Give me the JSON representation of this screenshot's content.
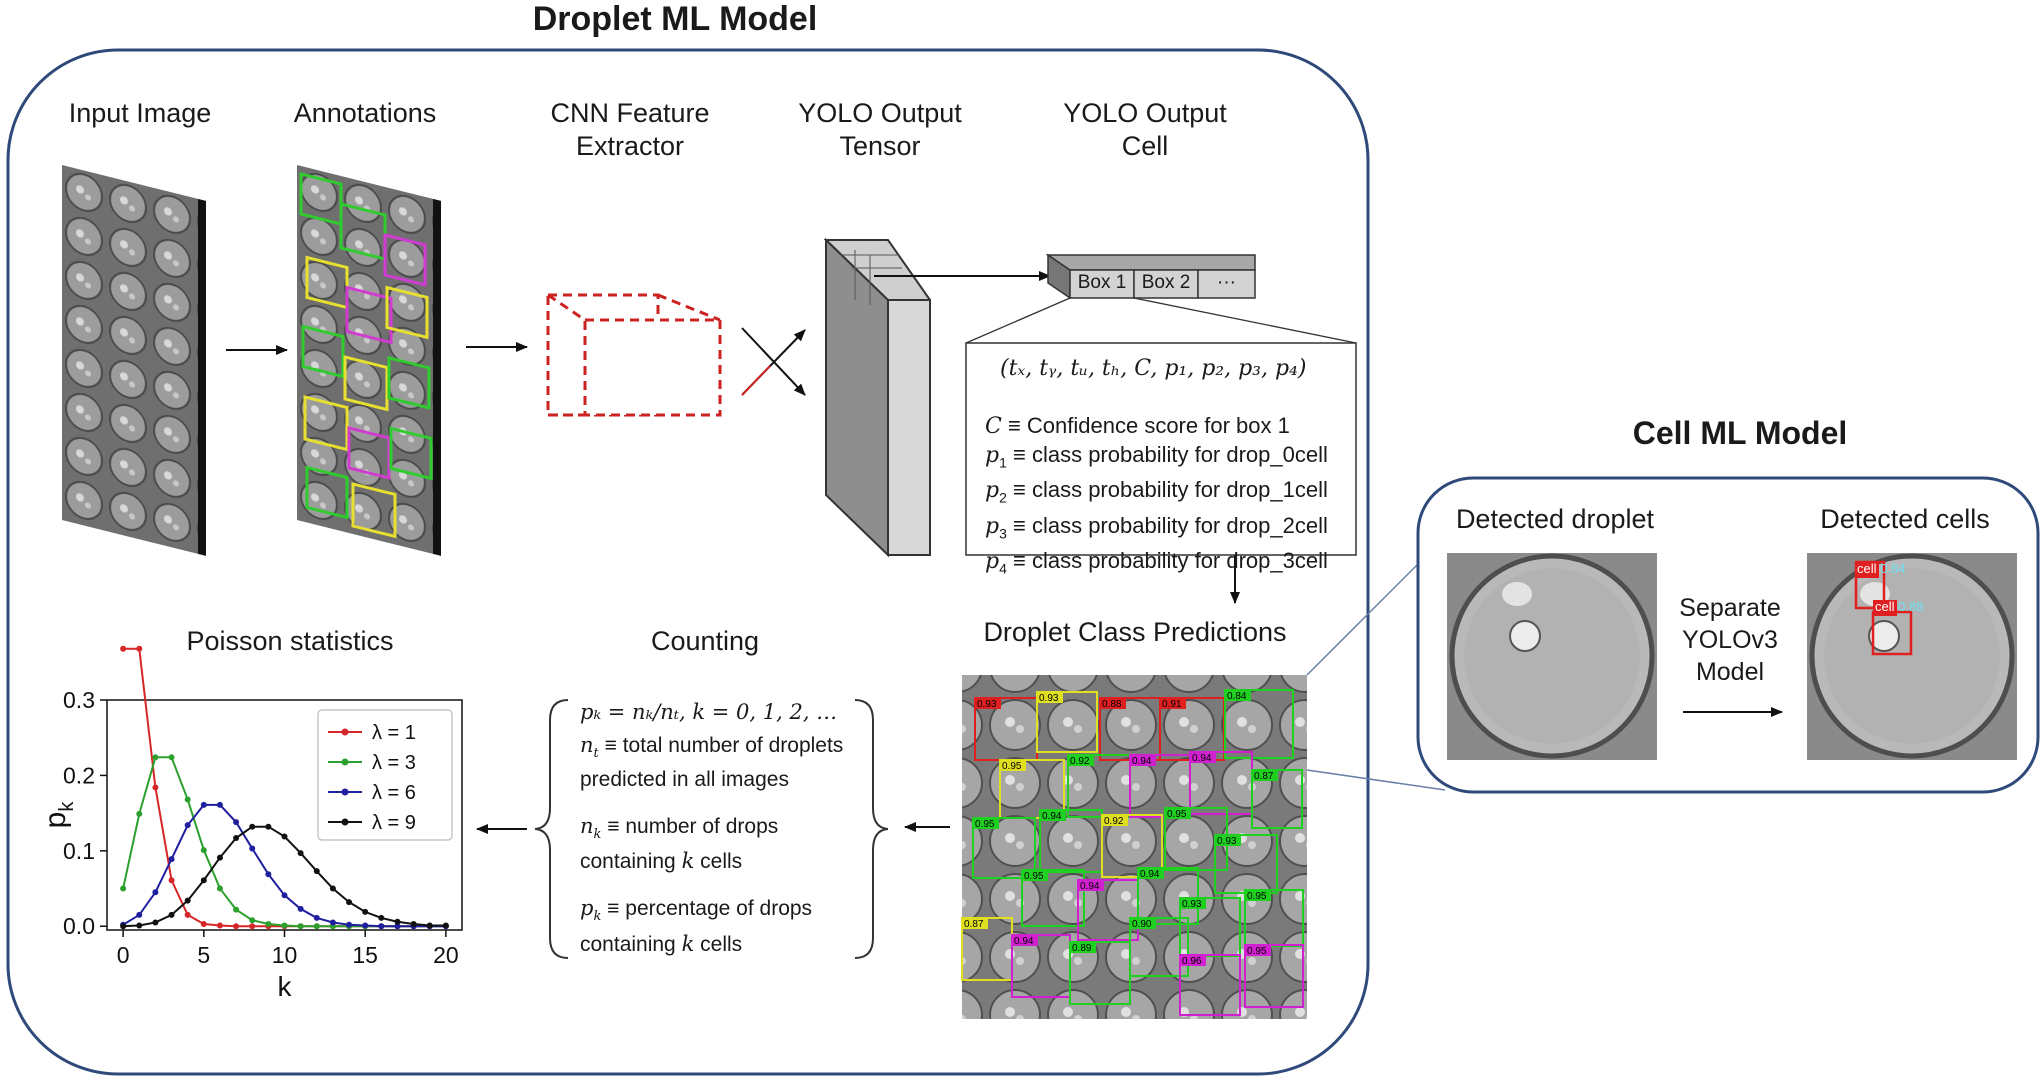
{
  "droplet_model": {
    "title": "Droplet ML Model",
    "stages": {
      "input_image": "Input Image",
      "annotations": "Annotations",
      "cnn_line1": "CNN Feature",
      "cnn_line2": "Extractor",
      "tensor_line1": "YOLO Output",
      "tensor_line2": "Tensor",
      "cell_line1": "YOLO Output",
      "cell_line2": "Cell"
    },
    "boxes": [
      "Box 1",
      "Box 2",
      "···"
    ],
    "output_vector": "(tₓ, tᵧ, tᵤ, tₕ, C, p₁, p₂, p₃, p₄)",
    "definitions": [
      {
        "sym": "C",
        "sub": "",
        "text": " ≡ Confidence score for box 1"
      },
      {
        "sym": "p",
        "sub": "1",
        "text": " ≡ class probability for drop_0cell"
      },
      {
        "sym": "p",
        "sub": "2",
        "text": " ≡ class probability for drop_1cell"
      },
      {
        "sym": "p",
        "sub": "3",
        "text": " ≡ class probability for drop_2cell"
      },
      {
        "sym": "p",
        "sub": "4",
        "text": " ≡ class probability for drop_3cell"
      }
    ],
    "predictions_title": "Droplet Class Predictions",
    "prediction_scores": [
      "0.93",
      "0.93",
      "0.88",
      "0.91",
      "0.84",
      "0.95",
      "0.92",
      "0.94",
      "0.94",
      "0.87",
      "0.95",
      "0.94",
      "0.92",
      "0.95",
      "0.93",
      "0.95",
      "0.94",
      "0.94",
      "0.93",
      "0.95",
      "0.87",
      "0.94",
      "0.89",
      "0.90",
      "0.96",
      "0.95"
    ],
    "counting": {
      "title": "Counting",
      "formula": "pₖ = nₖ/nₜ,     k = 0, 1, 2, …",
      "nt_sym": "n",
      "nt_sub": "t",
      "nt_text": " ≡ total number of droplets",
      "nt_text2": "predicted in all images",
      "nk_sym": "n",
      "nk_sub": "k",
      "nk_text": " ≡ number of drops",
      "nk_text2a": "containing ",
      "nk_text2b": "k",
      "nk_text2c": " cells",
      "pk_sym": "p",
      "pk_sub": "k",
      "pk_text": " ≡ percentage of drops",
      "pk_text2a": "containing ",
      "pk_text2b": "k",
      "pk_text2c": " cells"
    },
    "poisson_title": "Poisson statistics"
  },
  "cell_model": {
    "title": "Cell ML Model",
    "detected_droplet": "Detected droplet",
    "detected_cells": "Detected cells",
    "separate_line1": "Separate",
    "separate_line2": "YOLOv3",
    "separate_line3": "Model",
    "cell_detections": [
      {
        "label": "cell",
        "score": "0.84"
      },
      {
        "label": "cell",
        "score": "0.88"
      }
    ]
  },
  "colors": {
    "frame": "#2e4a7a",
    "cnn_box": "#cc2222",
    "lambda1": "#d62728",
    "lambda3": "#2ca02c",
    "lambda6": "#1f1fa0",
    "lambda9": "#111111"
  },
  "chart_data": {
    "type": "line",
    "title": "Poisson statistics",
    "xlabel": "k",
    "ylabel": "p_k",
    "xlim": [
      -1,
      21
    ],
    "ylim": [
      -0.005,
      0.3
    ],
    "xticks": [
      0,
      5,
      10,
      15,
      20
    ],
    "yticks": [
      0.0,
      0.1,
      0.2,
      0.3
    ],
    "x": [
      0,
      1,
      2,
      3,
      4,
      5,
      6,
      7,
      8,
      9,
      10,
      11,
      12,
      13,
      14,
      15,
      16,
      17,
      18,
      19,
      20
    ],
    "legend_position": "top-right",
    "series": [
      {
        "name": "λ = 1",
        "color": "#d62728",
        "values": [
          0.368,
          0.368,
          0.184,
          0.061,
          0.015,
          0.003,
          0.001,
          0,
          0,
          0,
          0,
          0,
          0,
          0,
          0,
          0,
          0,
          0,
          0,
          0,
          0
        ]
      },
      {
        "name": "λ = 3",
        "color": "#2ca02c",
        "values": [
          0.05,
          0.149,
          0.224,
          0.224,
          0.168,
          0.101,
          0.05,
          0.022,
          0.008,
          0.003,
          0.001,
          0,
          0,
          0,
          0,
          0,
          0,
          0,
          0,
          0,
          0
        ]
      },
      {
        "name": "λ = 6",
        "color": "#1f1fa0",
        "values": [
          0.002,
          0.015,
          0.045,
          0.089,
          0.134,
          0.161,
          0.161,
          0.138,
          0.103,
          0.069,
          0.041,
          0.023,
          0.011,
          0.005,
          0.002,
          0.001,
          0,
          0,
          0,
          0,
          0
        ]
      },
      {
        "name": "λ = 9",
        "color": "#111111",
        "values": [
          0.0,
          0.001,
          0.005,
          0.015,
          0.034,
          0.061,
          0.091,
          0.117,
          0.132,
          0.132,
          0.119,
          0.097,
          0.073,
          0.05,
          0.032,
          0.019,
          0.011,
          0.006,
          0.003,
          0.001,
          0.001
        ]
      }
    ]
  }
}
